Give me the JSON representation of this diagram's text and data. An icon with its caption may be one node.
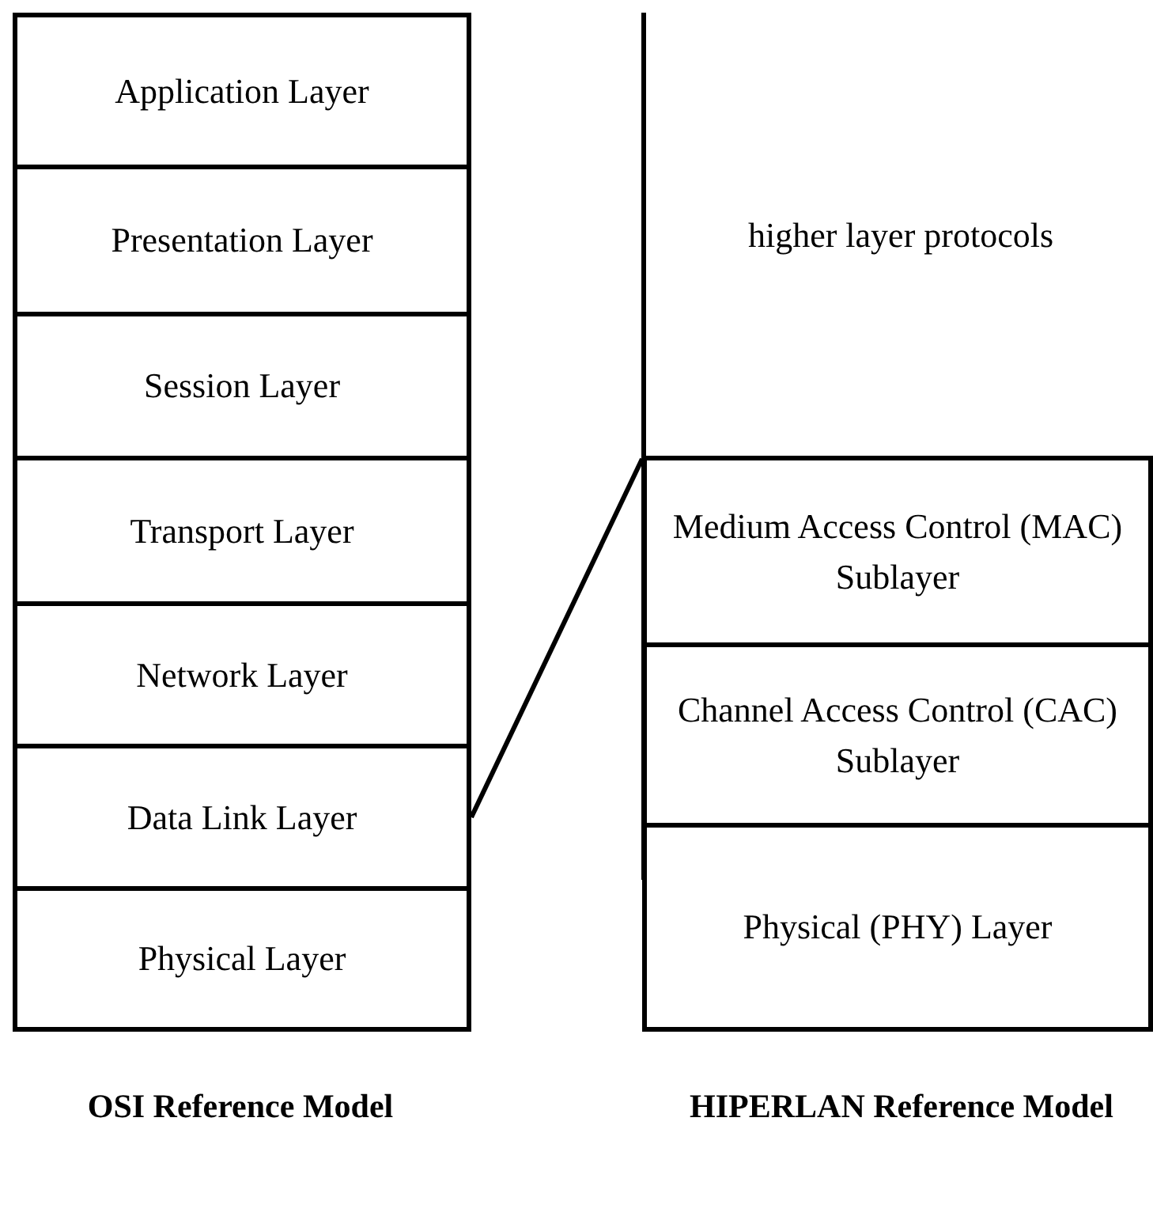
{
  "diagram": {
    "nodes": [
      {
        "text": [
          "Application Layer"
        ]
      },
      {
        "text": [
          "Presentation Layer"
        ]
      },
      {
        "text": [
          "Session Layer"
        ]
      },
      {
        "text": [
          "Transport Layer"
        ]
      },
      {
        "text": [
          "Network Layer"
        ]
      },
      {
        "text": [
          "Data Link Layer"
        ]
      },
      {
        "text": [
          "Physical Layer"
        ]
      },
      {
        "text": [
          "higher layer protocols"
        ]
      },
      {
        "text": [
          "Medium Access Control (MAC) Sublayer"
        ]
      },
      {
        "text": [
          "Channel Access Control (CAC) Sublayer"
        ]
      },
      {
        "text": [
          "Physical (PHY) Layer"
        ]
      }
    ],
    "edges": [
      {
        "from": 5,
        "to": 8,
        "arrow": "none"
      }
    ],
    "labels": [
      "OSI Reference Model",
      "HIPERLAN Reference Model"
    ]
  }
}
